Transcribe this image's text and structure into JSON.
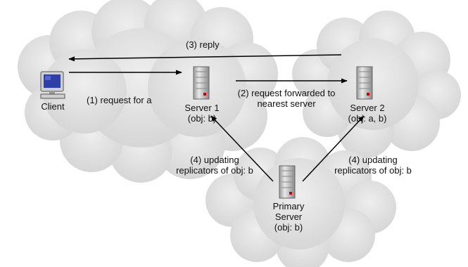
{
  "nodes": {
    "client": {
      "label": "Client",
      "icon": "computer-monitor-icon"
    },
    "server1": {
      "name": "Server 1",
      "objects": "(obj: b)",
      "icon": "server-tower-icon"
    },
    "server2": {
      "name": "Server 2",
      "objects": "(obj: a, b)",
      "icon": "server-tower-icon"
    },
    "primary": {
      "name_line1": "Primary",
      "name_line2": "Server",
      "objects": "(obj: b)",
      "icon": "server-tower-icon"
    }
  },
  "edges": {
    "request": "(1) request for a",
    "forward_line1": "(2) request forwarded to",
    "forward_line2": "nearest server",
    "reply": "(3) reply",
    "update_left_line1": "(4) updating",
    "update_left_line2": "replicators of obj: b",
    "update_right_line1": "(4) updating",
    "update_right_line2": "replicators of obj: b"
  },
  "colors": {
    "cloud": "#e4e4e4",
    "cloud_shade": "#d2d2d2",
    "server_body": "#e2e2e2",
    "server_led": "#cc0000",
    "screen": "#2e3fa8",
    "arrow": "#000000"
  }
}
